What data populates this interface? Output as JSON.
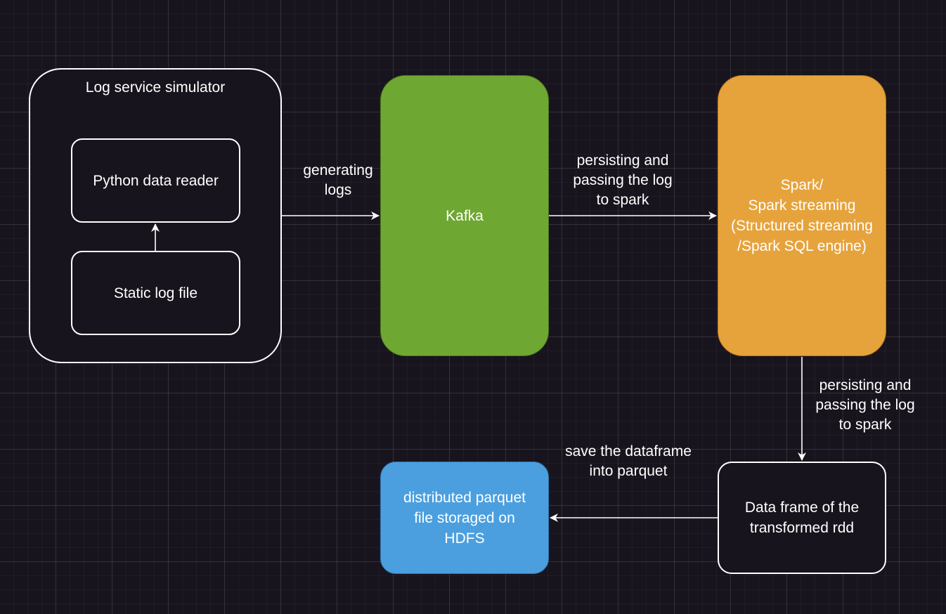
{
  "diagram": {
    "log_service_simulator": {
      "title": "Log service simulator"
    },
    "python_data_reader": {
      "label": "Python data reader"
    },
    "static_log_file": {
      "label": "Static log file"
    },
    "kafka": {
      "label": "Kafka"
    },
    "spark": {
      "label": "Spark/\nSpark streaming\n(Structured streaming\n/Spark SQL engine)"
    },
    "dataframe": {
      "label": "Data frame of the\ntransformed rdd"
    },
    "hdfs": {
      "label": "distributed parquet\nfile storaged on\nHDFS"
    },
    "edges": {
      "generating_logs": "generating\nlogs",
      "kafka_to_spark": "persisting and\npassing the log\nto spark",
      "spark_to_dataframe": "persisting and\npassing the log\nto spark",
      "dataframe_to_hdfs": "save the dataframe\ninto parquet"
    },
    "colors": {
      "background": "#18141d",
      "kafka": "#6fa733",
      "spark": "#e6a33c",
      "hdfs": "#4b9fdf",
      "stroke": "#ffffff"
    }
  }
}
